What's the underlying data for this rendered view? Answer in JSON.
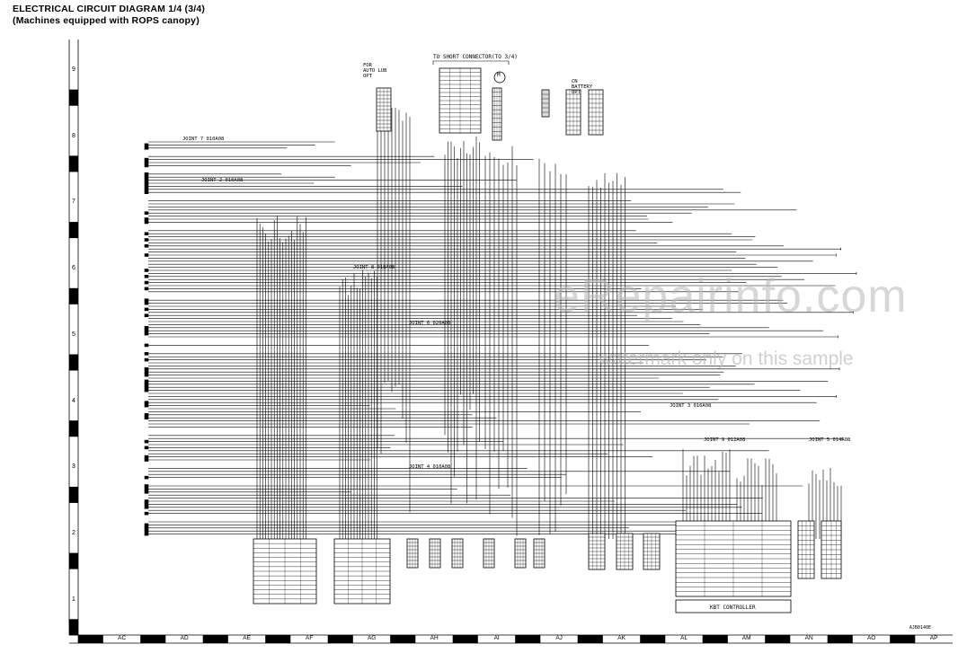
{
  "header": {
    "title": "ELECTRICAL CIRCUIT DIAGRAM 1/4 (3/4)",
    "subtitle": "(Machines equipped with ROPS canopy)"
  },
  "grid": {
    "rows": [
      "9",
      "8",
      "7",
      "6",
      "5",
      "4",
      "3",
      "2",
      "1"
    ],
    "columns": [
      "AC",
      "AD",
      "AE",
      "AF",
      "AG",
      "AH",
      "AI",
      "AJ",
      "AK",
      "AL",
      "AM",
      "AN",
      "AO",
      "AP"
    ]
  },
  "top_labels": {
    "auto_lub": "FOR\nAUTO LUB\nOPT",
    "short_connector": "TO SHORT CONNECTOR(TO 3/4)",
    "motor_symbol": "M",
    "battery_opt": "CN\nBATTERY\nOPT"
  },
  "joints": {
    "joint_a": "JOINT 7 010A08",
    "joint_b": "JOINT 2 010A08",
    "joint_c": "JOINT 8 018A08",
    "joint_d": "JOINT 6 020A08",
    "joint_e": "JOINT 3 016A08",
    "joint_f": "JOINT 9 012A08",
    "joint_g": "JOINT 5 014A08",
    "joint_h": "JOINT 4 010A08"
  },
  "controller_label": "KBT CONTROLLER",
  "doc_id": "AJB0140E",
  "watermark": {
    "line1": "eRepairinfo.com",
    "line2": "watermark only on this sample"
  }
}
